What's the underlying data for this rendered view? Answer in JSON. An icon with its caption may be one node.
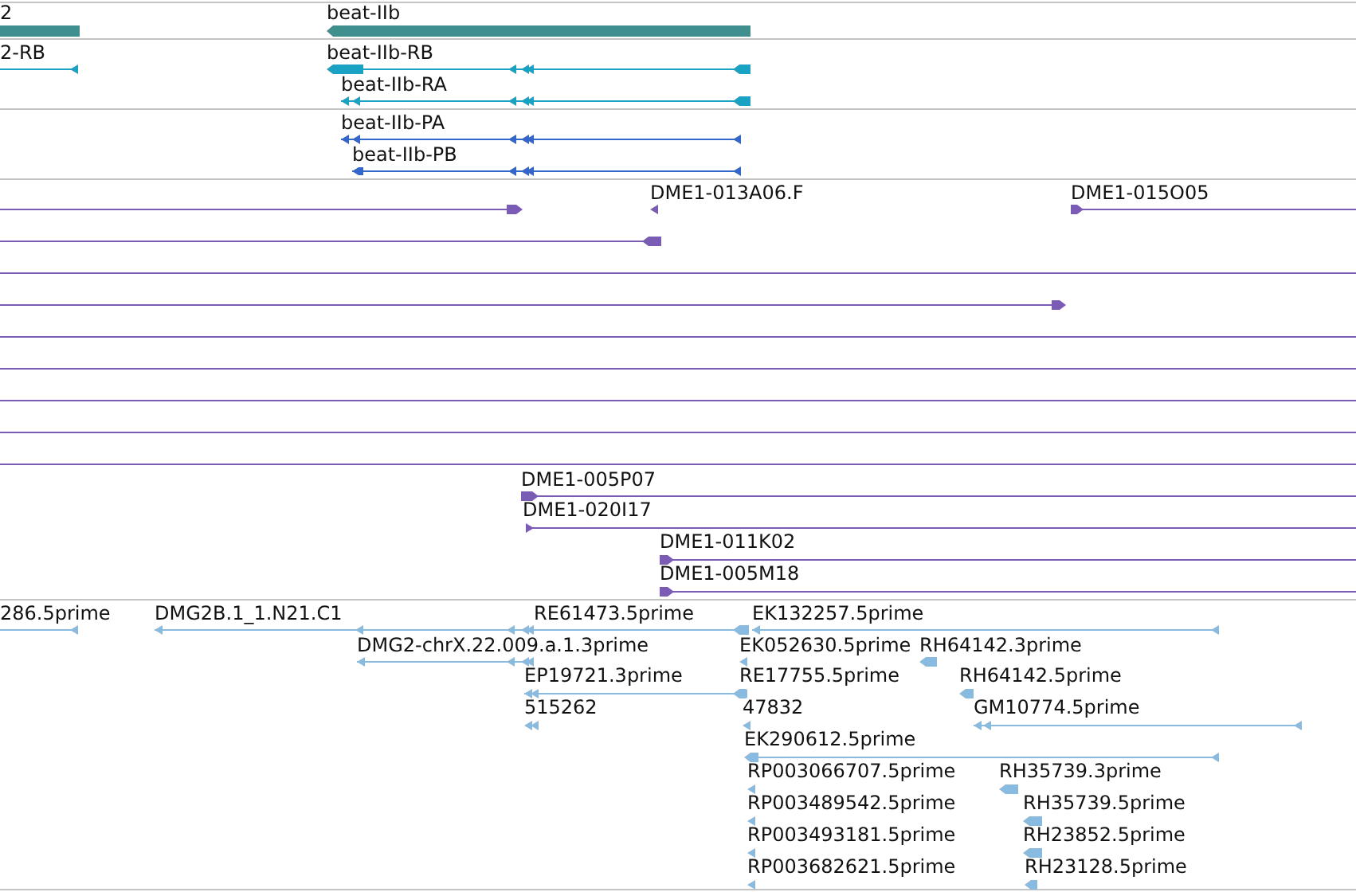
{
  "diagram": {
    "labels": [
      "2",
      "beat-IIb",
      "2-RB",
      "beat-IIb-RB",
      "beat-IIb-RA",
      "beat-IIb-PA",
      "beat-IIb-PB",
      "DME1-013A06.F",
      "DME1-015O05",
      "DME1-005P07",
      "DME1-020I17",
      "DME1-011K02",
      "DME1-005M18",
      "286.5prime",
      "DMG2B.1_1.N21.C1",
      "RE61473.5prime",
      "EK132257.5prime",
      "DMG2-chrX.22.009.a.1.3prime",
      "EK052630.5prime",
      "RH64142.3prime",
      "EP19721.3prime",
      "RE17755.5prime",
      "RH64142.5prime",
      "515262",
      "47832",
      "GM10774.5prime",
      "EK290612.5prime",
      "RP003066707.5prime",
      "RH35739.3prime",
      "RP003489542.5prime",
      "RH35739.5prime",
      "RP003493181.5prime",
      "RH23852.5prime",
      "RP003682621.5prime",
      "RH23128.5prime"
    ]
  }
}
